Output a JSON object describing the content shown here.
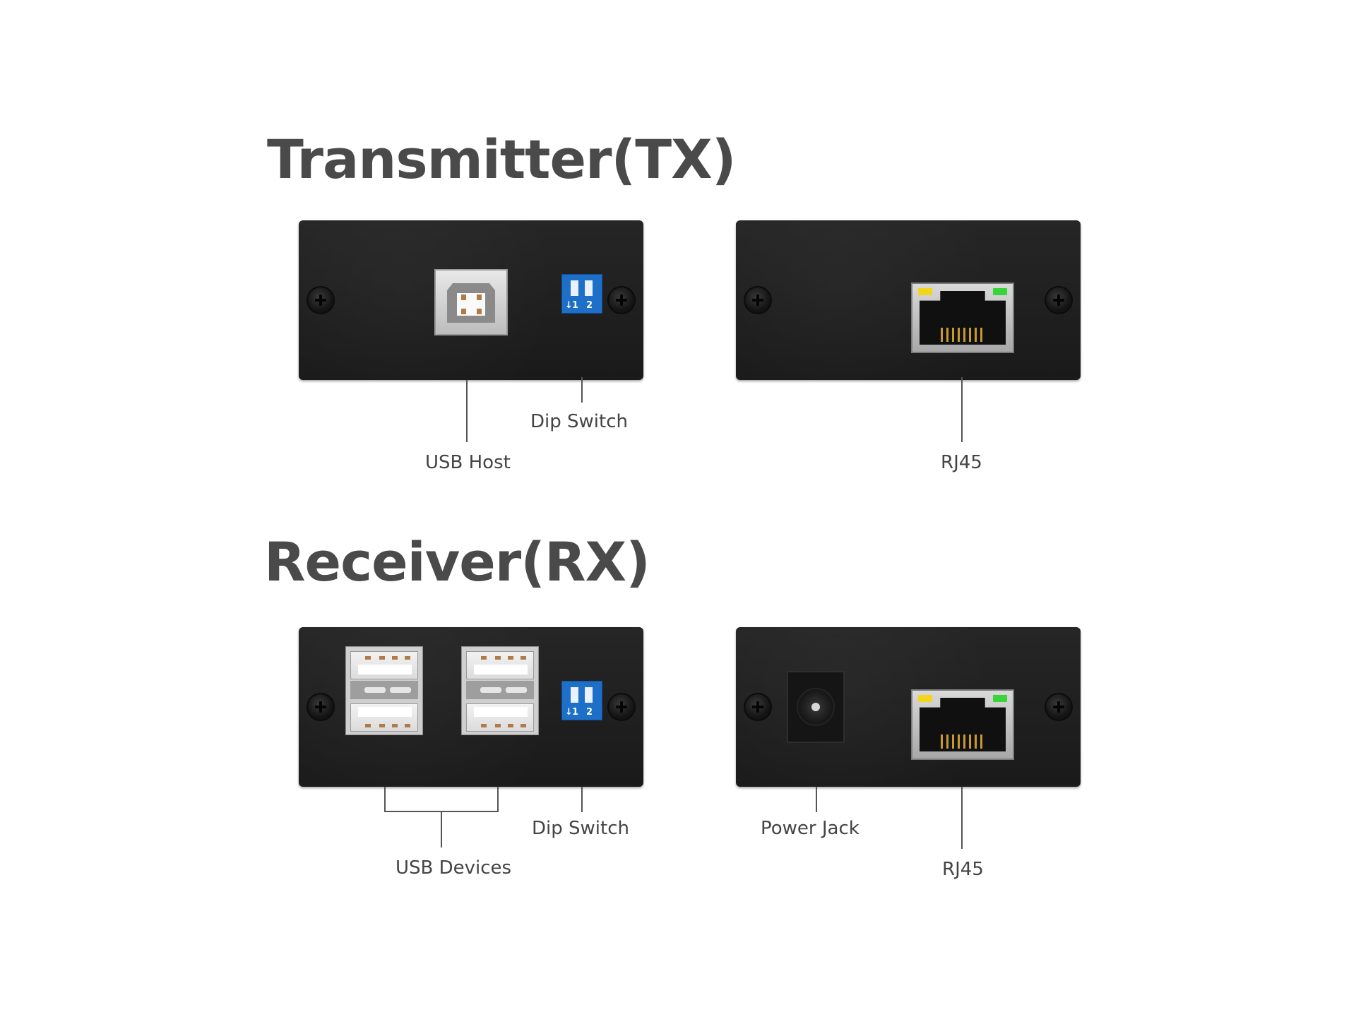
{
  "transmitter": {
    "title": "Transmitter(TX)",
    "front": {
      "usb_host_label": "USB Host",
      "dip_switch_label": "Dip Switch",
      "dip_numbers": [
        "1",
        "2"
      ]
    },
    "back": {
      "rj45_label": "RJ45"
    }
  },
  "receiver": {
    "title": "Receiver(RX)",
    "front": {
      "usb_devices_label": "USB Devices",
      "dip_switch_label": "Dip Switch",
      "dip_numbers": [
        "1",
        "2"
      ]
    },
    "back": {
      "power_jack_label": "Power Jack",
      "rj45_label": "RJ45"
    }
  },
  "colors": {
    "panel": "#1f1f1f",
    "title_text": "#4a4a4a",
    "label_text": "#444444",
    "dip_switch": "#1e6fc8",
    "led_yellow": "#f2d51c",
    "led_green": "#39d43a"
  },
  "icons": [
    "screw-icon",
    "usb-b-port-icon",
    "usb-a-port-icon",
    "rj45-port-icon",
    "dip-switch-icon",
    "power-jack-icon"
  ]
}
